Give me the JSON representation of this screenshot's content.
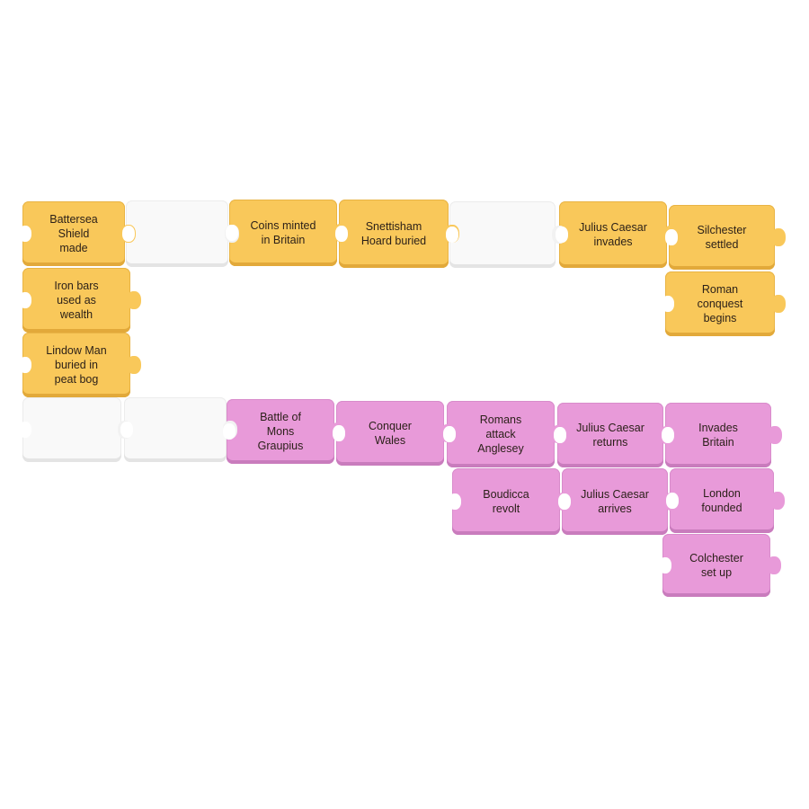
{
  "pieces": [
    {
      "id": "battersea",
      "text": "Battersea\nShield\nmade",
      "color": "yellow"
    },
    {
      "id": "blank-1",
      "text": "",
      "color": "white"
    },
    {
      "id": "coins",
      "text": "Coins minted\nin Britain",
      "color": "yellow"
    },
    {
      "id": "snettisham",
      "text": "Snettisham\nHoard buried",
      "color": "yellow"
    },
    {
      "id": "blank-2",
      "text": "",
      "color": "white"
    },
    {
      "id": "caesar-invades",
      "text": "Julius Caesar\ninvades",
      "color": "yellow"
    },
    {
      "id": "silchester",
      "text": "Silchester\nsettled",
      "color": "yellow"
    },
    {
      "id": "iron-bars",
      "text": "Iron bars\nused as\nwealth",
      "color": "yellow"
    },
    {
      "id": "roman-conquest",
      "text": "Roman\nconquest\nbegins",
      "color": "yellow"
    },
    {
      "id": "lindow",
      "text": "Lindow Man\nburied in\npeat bog",
      "color": "yellow"
    },
    {
      "id": "blank-3",
      "text": "",
      "color": "white"
    },
    {
      "id": "blank-4",
      "text": "",
      "color": "white"
    },
    {
      "id": "mons-graupius",
      "text": "Battle of\nMons Graupius",
      "color": "pink"
    },
    {
      "id": "wales",
      "text": "Conquer\nWales",
      "color": "pink"
    },
    {
      "id": "anglesey",
      "text": "Romans\nattack\nAnglesey",
      "color": "pink"
    },
    {
      "id": "caesar-returns",
      "text": "Julius Caesar\nreturns",
      "color": "pink"
    },
    {
      "id": "invades-britain",
      "text": "Invades\nBritain",
      "color": "pink"
    },
    {
      "id": "boudicca",
      "text": "Boudicca\nrevolt",
      "color": "pink"
    },
    {
      "id": "caesar-arrives",
      "text": "Julius Caesar\narrives",
      "color": "pink"
    },
    {
      "id": "london",
      "text": "London\nfounded",
      "color": "pink"
    },
    {
      "id": "colchester",
      "text": "Colchester\nset up",
      "color": "pink"
    }
  ]
}
